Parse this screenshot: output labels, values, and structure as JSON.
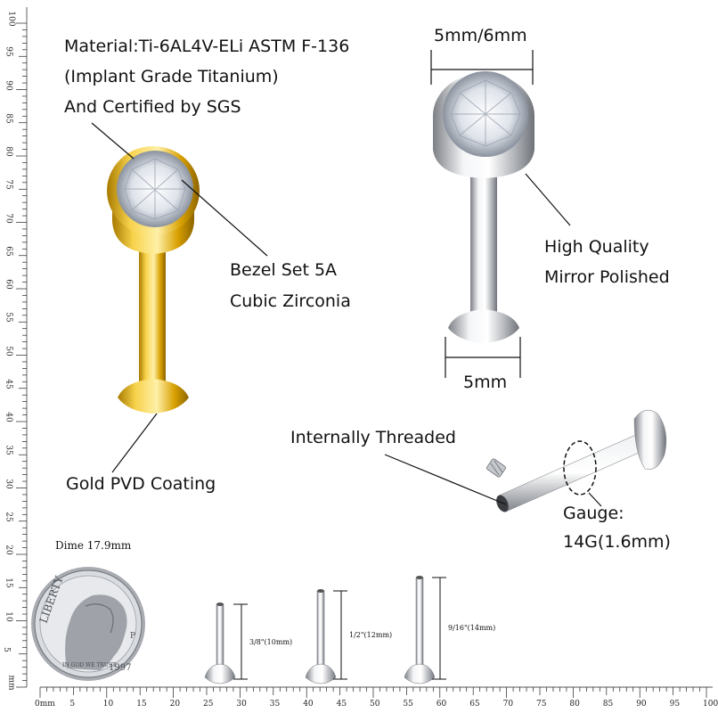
{
  "labels": {
    "material_line1": "Material:Ti-6AL4V-ELi ASTM F-136",
    "material_line2": "(Implant Grade Titanium)",
    "material_line3": "And Certified by SGS",
    "bezel_line1": "Bezel Set 5A",
    "bezel_line2": "Cubic Zirconia",
    "gold_coating": "Gold PVD Coating",
    "top_size": "5mm/6mm",
    "quality_line1": "High Quality",
    "quality_line2": "Mirror Polished",
    "disc_size": "5mm",
    "threaded": "Internally Threaded",
    "gauge_line1": "Gauge:",
    "gauge_line2": "14G(1.6mm)",
    "dime": "Dime 17.9mm",
    "len_10": "3/8\"(10mm)",
    "len_12": "1/2\"(12mm)",
    "len_14": "9/16\"(14mm)"
  },
  "coin": {
    "word_liberty": "LIBERTY",
    "motto": "IN GOD WE TRUST",
    "year": "1997",
    "mint": "P"
  },
  "ruler": {
    "unit": "mm",
    "bottom_ticks": [
      "0mm",
      "5",
      "10",
      "15",
      "20",
      "25",
      "30",
      "35",
      "40",
      "45",
      "50",
      "55",
      "60",
      "65",
      "70",
      "75",
      "80",
      "85",
      "90",
      "95",
      "100"
    ],
    "left_ticks": [
      "mm",
      "5",
      "10",
      "15",
      "20",
      "25",
      "30",
      "35",
      "40",
      "45",
      "50",
      "55",
      "60",
      "65",
      "70",
      "75",
      "80",
      "85",
      "90",
      "95",
      "100"
    ]
  },
  "colors": {
    "gold": "#e3b21a",
    "silver": "#c8ccd2",
    "leader": "#111111"
  }
}
